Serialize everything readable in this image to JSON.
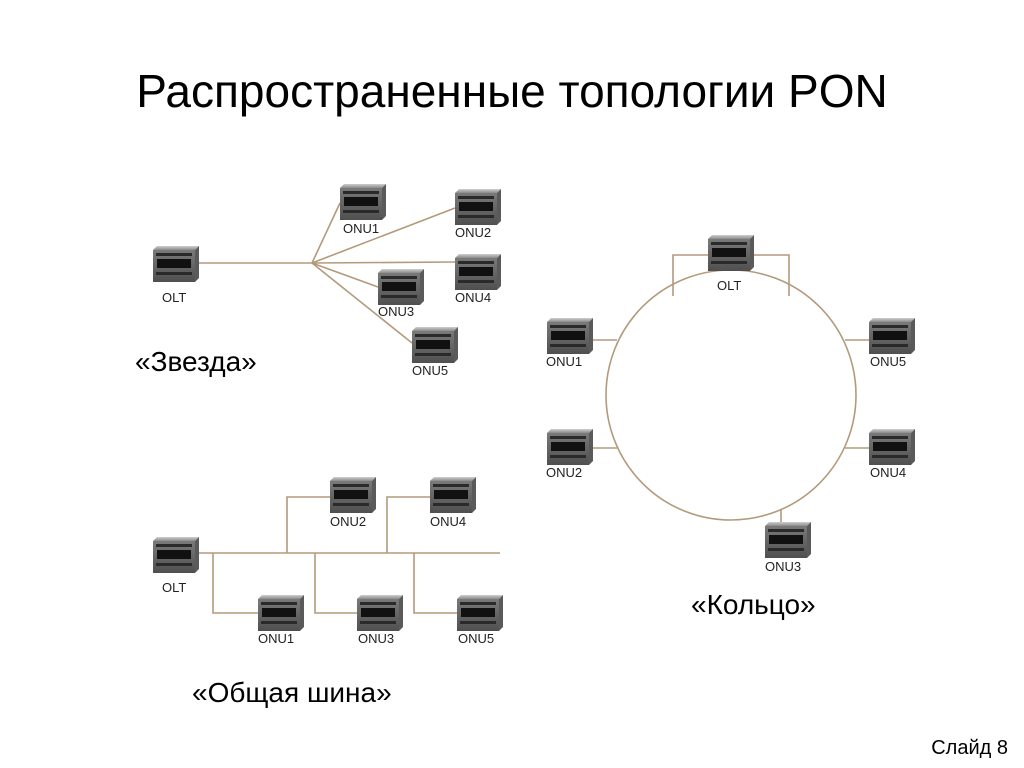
{
  "title": "Распространенные топологии PON",
  "captions": {
    "star": "«Звезда»",
    "ring": "«Кольцо»",
    "bus": "«Общая шина»"
  },
  "slide_number": "Слайд 8",
  "colors": {
    "wire": "#b39a7c",
    "device": "#6b6b6b"
  },
  "star": {
    "olt": "OLT",
    "onus": [
      "ONU1",
      "ONU2",
      "ONU4",
      "ONU3",
      "ONU5"
    ]
  },
  "ring": {
    "olt": "OLT",
    "onus": [
      "ONU1",
      "ONU2",
      "ONU5",
      "ONU4",
      "ONU3"
    ]
  },
  "bus": {
    "olt": "OLT",
    "onus": [
      "ONU2",
      "ONU4",
      "ONU1",
      "ONU3",
      "ONU5"
    ]
  }
}
